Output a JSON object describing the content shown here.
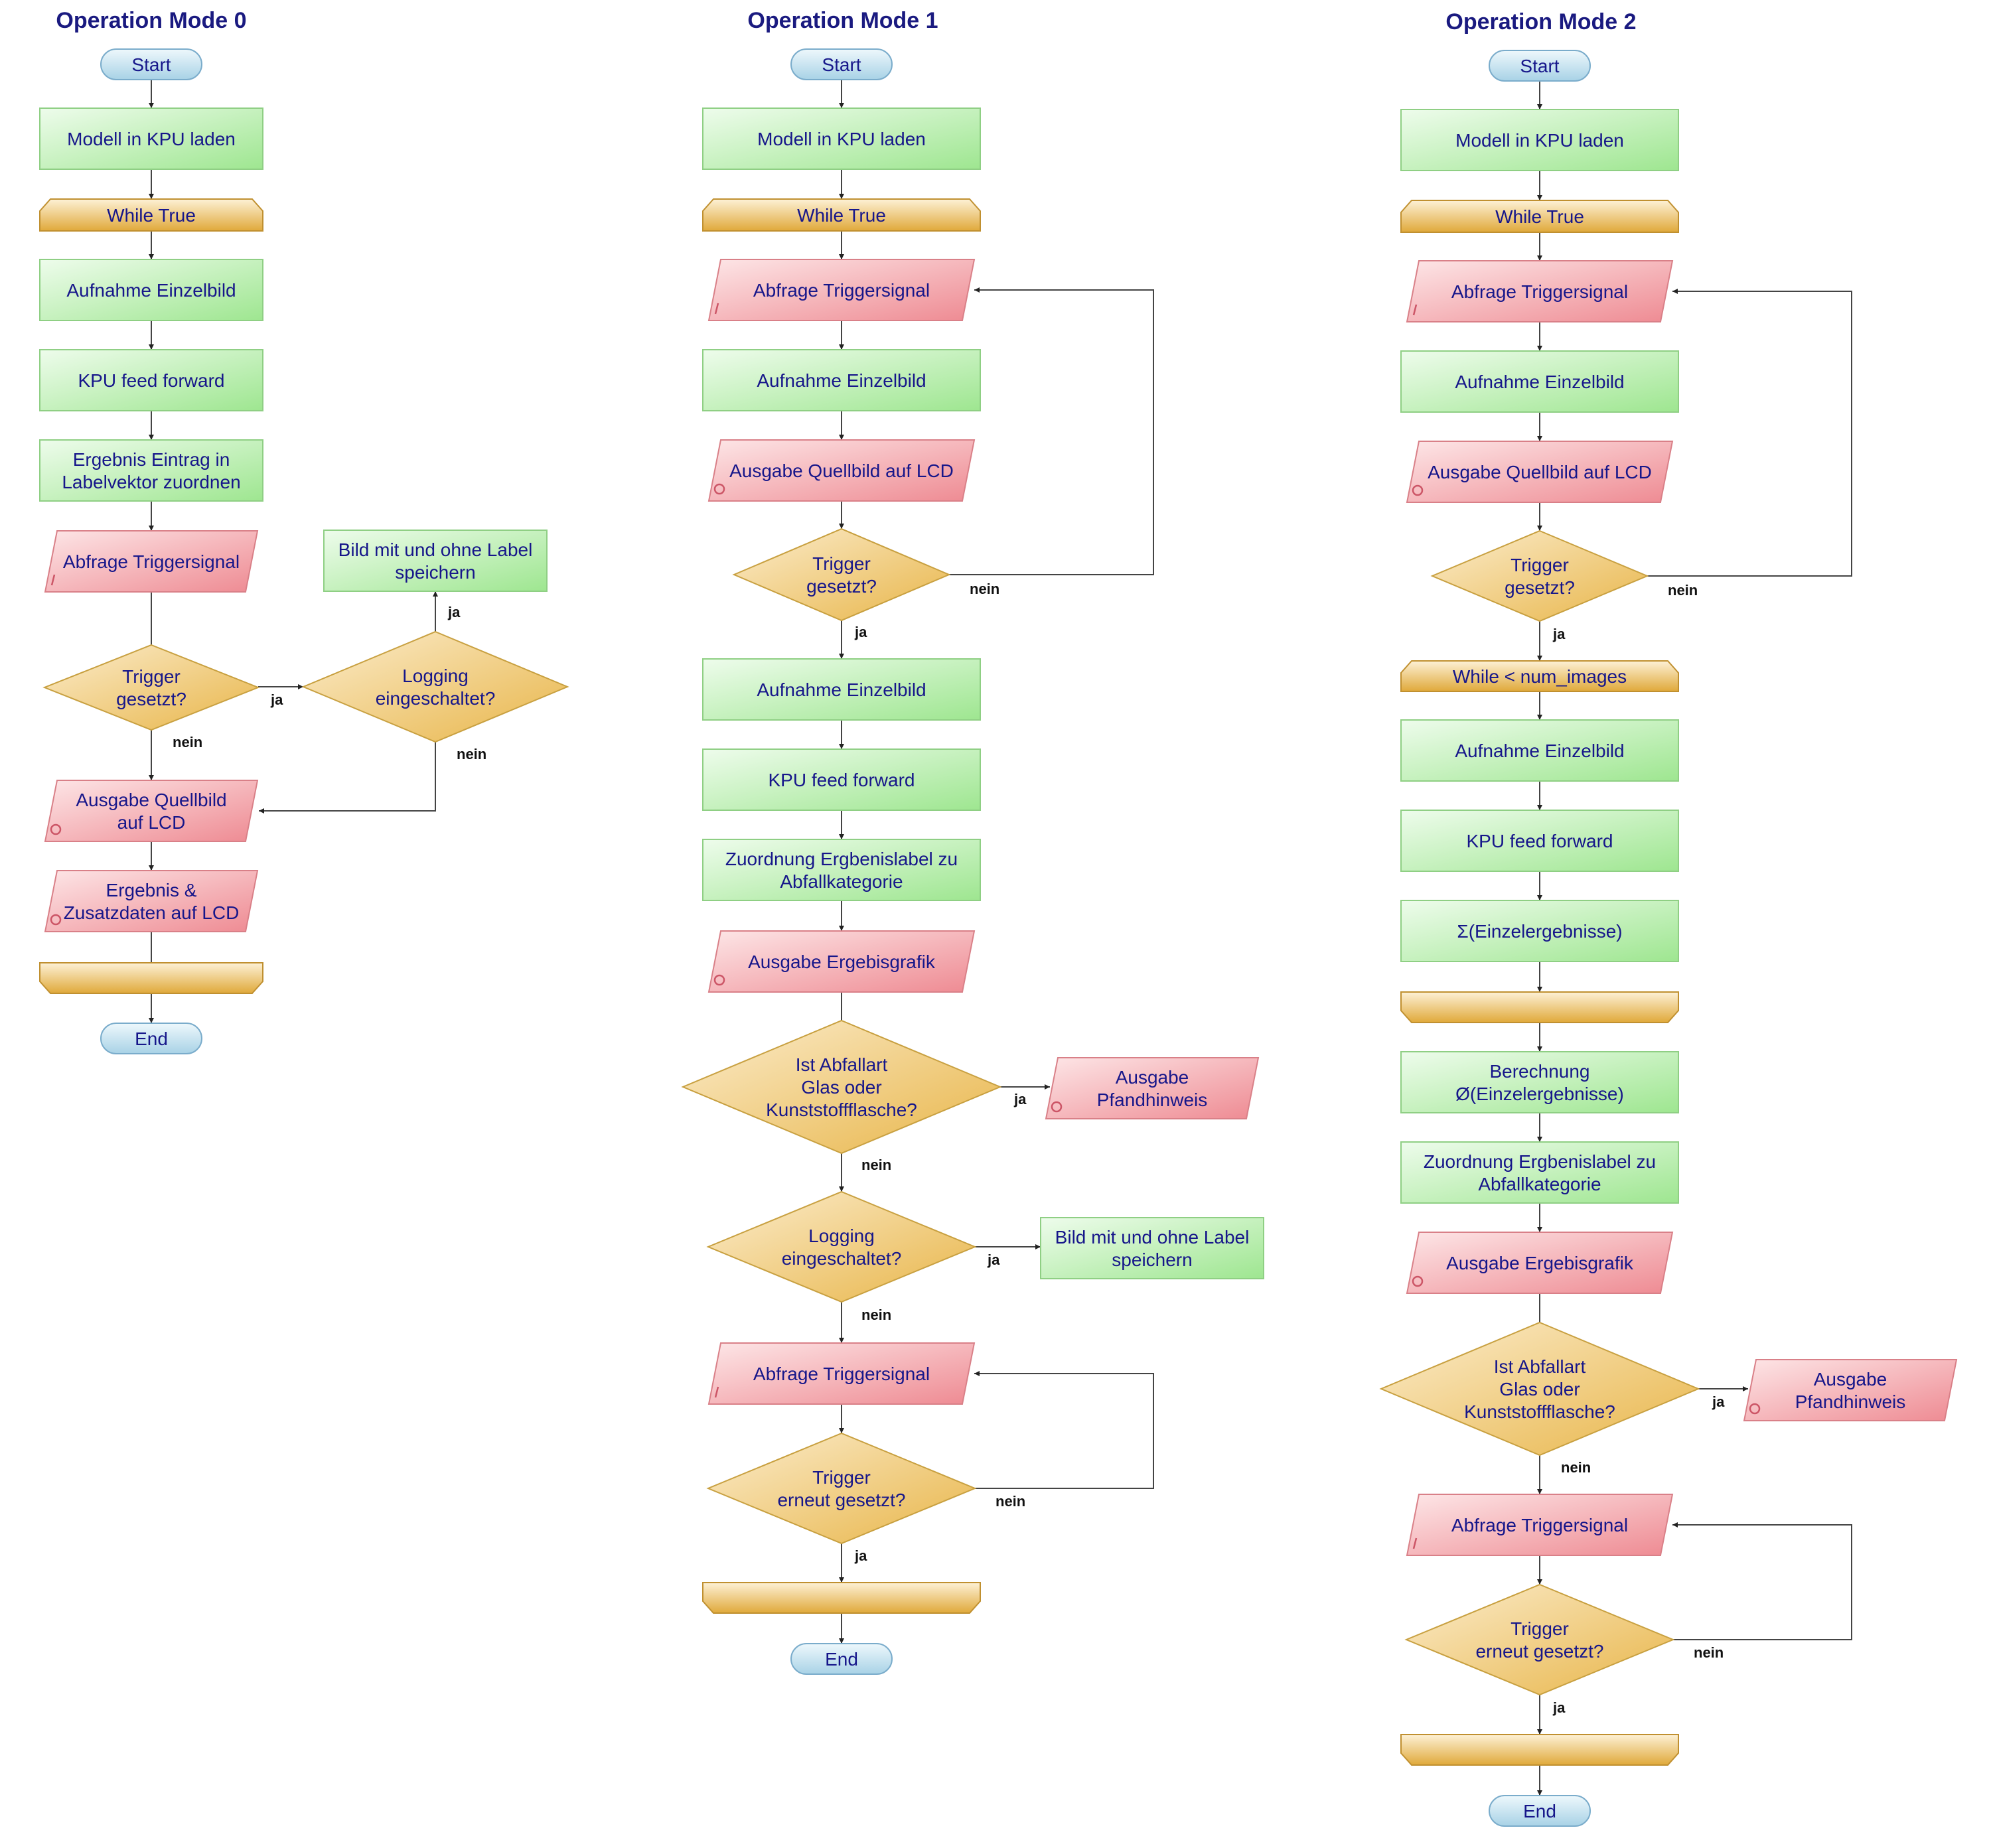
{
  "columns": [
    {
      "title": "Operation Mode 0"
    },
    {
      "title": "Operation Mode 1"
    },
    {
      "title": "Operation Mode 2"
    }
  ],
  "nodes": {
    "m0_start": {
      "shape": "terminal",
      "text": [
        "Start"
      ]
    },
    "m0_modell": {
      "shape": "process",
      "text": [
        "Modell in KPU laden"
      ]
    },
    "m0_while": {
      "shape": "loop-start",
      "text": [
        "While True"
      ]
    },
    "m0_aufnahme": {
      "shape": "process",
      "text": [
        "Aufnahme Einzelbild"
      ]
    },
    "m0_kpu": {
      "shape": "process",
      "text": [
        "KPU feed forward"
      ]
    },
    "m0_ergebnis": {
      "shape": "process",
      "text": [
        "Ergebnis Eintrag in",
        "Labelvektor zuordnen"
      ]
    },
    "m0_abfrage": {
      "shape": "input",
      "text": [
        "Abfrage Triggersignal"
      ]
    },
    "m0_trigger": {
      "shape": "decision",
      "text": [
        "Trigger",
        "gesetzt?"
      ]
    },
    "m0_logging": {
      "shape": "decision",
      "text": [
        "Logging",
        "eingeschaltet?"
      ]
    },
    "m0_bild": {
      "shape": "process",
      "text": [
        "Bild mit und ohne Label",
        "speichern"
      ]
    },
    "m0_ausgabe_quell": {
      "shape": "output",
      "text": [
        "Ausgabe Quellbild",
        "auf LCD"
      ]
    },
    "m0_ergebnis_lcd": {
      "shape": "output",
      "text": [
        "Ergebnis &",
        "Zusatzdaten auf LCD"
      ]
    },
    "m0_loop_end": {
      "shape": "loop-end",
      "text": []
    },
    "m0_end": {
      "shape": "terminal",
      "text": [
        "End"
      ]
    },
    "m1_start": {
      "shape": "terminal",
      "text": [
        "Start"
      ]
    },
    "m1_modell": {
      "shape": "process",
      "text": [
        "Modell in KPU laden"
      ]
    },
    "m1_while": {
      "shape": "loop-start",
      "text": [
        "While True"
      ]
    },
    "m1_abfrage1": {
      "shape": "input",
      "text": [
        "Abfrage Triggersignal"
      ]
    },
    "m1_aufnahme1": {
      "shape": "process",
      "text": [
        "Aufnahme Einzelbild"
      ]
    },
    "m1_ausgabe_quell": {
      "shape": "output",
      "text": [
        "Ausgabe Quellbild auf LCD"
      ]
    },
    "m1_trigger1": {
      "shape": "decision",
      "text": [
        "Trigger",
        "gesetzt?"
      ]
    },
    "m1_aufnahme2": {
      "shape": "process",
      "text": [
        "Aufnahme Einzelbild"
      ]
    },
    "m1_kpu": {
      "shape": "process",
      "text": [
        "KPU feed forward"
      ]
    },
    "m1_zuordnung": {
      "shape": "process",
      "text": [
        "Zuordnung Ergbenislabel zu",
        "Abfallkategorie"
      ]
    },
    "m1_grafik": {
      "shape": "output",
      "text": [
        "Ausgabe Ergebisgrafik"
      ]
    },
    "m1_abfallart": {
      "shape": "decision",
      "text": [
        "Ist Abfallart",
        "Glas oder",
        "Kunststoffflasche?"
      ]
    },
    "m1_pfand": {
      "shape": "output",
      "text": [
        "Ausgabe",
        "Pfandhinweis"
      ]
    },
    "m1_logging": {
      "shape": "decision",
      "text": [
        "Logging",
        "eingeschaltet?"
      ]
    },
    "m1_bild": {
      "shape": "process",
      "text": [
        "Bild mit und ohne Label",
        "speichern"
      ]
    },
    "m1_abfrage2": {
      "shape": "input",
      "text": [
        "Abfrage Triggersignal"
      ]
    },
    "m1_trigger2": {
      "shape": "decision",
      "text": [
        "Trigger",
        "erneut gesetzt?"
      ]
    },
    "m1_loop_end": {
      "shape": "loop-end",
      "text": []
    },
    "m1_end": {
      "shape": "terminal",
      "text": [
        "End"
      ]
    },
    "m2_start": {
      "shape": "terminal",
      "text": [
        "Start"
      ]
    },
    "m2_modell": {
      "shape": "process",
      "text": [
        "Modell in KPU laden"
      ]
    },
    "m2_while": {
      "shape": "loop-start",
      "text": [
        "While True"
      ]
    },
    "m2_abfrage1": {
      "shape": "input",
      "text": [
        "Abfrage Triggersignal"
      ]
    },
    "m2_aufnahme1": {
      "shape": "process",
      "text": [
        "Aufnahme Einzelbild"
      ]
    },
    "m2_ausgabe_quell": {
      "shape": "output",
      "text": [
        "Ausgabe Quellbild auf LCD"
      ]
    },
    "m2_trigger1": {
      "shape": "decision",
      "text": [
        "Trigger",
        "gesetzt?"
      ]
    },
    "m2_while2": {
      "shape": "loop-start",
      "text": [
        "While < num_images"
      ]
    },
    "m2_aufnahme2": {
      "shape": "process",
      "text": [
        "Aufnahme Einzelbild"
      ]
    },
    "m2_kpu": {
      "shape": "process",
      "text": [
        "KPU feed forward"
      ]
    },
    "m2_sum": {
      "shape": "process",
      "text": [
        "Σ(Einzelergebnisse)"
      ]
    },
    "m2_loop_end1": {
      "shape": "loop-end",
      "text": []
    },
    "m2_avg": {
      "shape": "process",
      "text": [
        "Berechnung",
        "Ø(Einzelergebnisse)"
      ]
    },
    "m2_zuordnung": {
      "shape": "process",
      "text": [
        "Zuordnung Ergbenislabel zu",
        "Abfallkategorie"
      ]
    },
    "m2_grafik": {
      "shape": "output",
      "text": [
        "Ausgabe Ergebisgrafik"
      ]
    },
    "m2_abfallart": {
      "shape": "decision",
      "text": [
        "Ist Abfallart",
        "Glas oder",
        "Kunststoffflasche?"
      ]
    },
    "m2_pfand": {
      "shape": "output",
      "text": [
        "Ausgabe",
        "Pfandhinweis"
      ]
    },
    "m2_abfrage2": {
      "shape": "input",
      "text": [
        "Abfrage Triggersignal"
      ]
    },
    "m2_trigger2": {
      "shape": "decision",
      "text": [
        "Trigger",
        "erneut gesetzt?"
      ]
    },
    "m2_loop_end2": {
      "shape": "loop-end",
      "text": []
    },
    "m2_end": {
      "shape": "terminal",
      "text": [
        "End"
      ]
    }
  },
  "edges": [
    {
      "from": "m0_start",
      "to": "m0_modell",
      "label": ""
    },
    {
      "from": "m0_modell",
      "to": "m0_while",
      "label": ""
    },
    {
      "from": "m0_while",
      "to": "m0_aufnahme",
      "label": ""
    },
    {
      "from": "m0_aufnahme",
      "to": "m0_kpu",
      "label": ""
    },
    {
      "from": "m0_kpu",
      "to": "m0_ergebnis",
      "label": ""
    },
    {
      "from": "m0_ergebnis",
      "to": "m0_abfrage",
      "label": ""
    },
    {
      "from": "m0_abfrage",
      "to": "m0_trigger",
      "label": ""
    },
    {
      "from": "m0_trigger",
      "to": "m0_logging",
      "label": "ja"
    },
    {
      "from": "m0_trigger",
      "to": "m0_ausgabe_quell",
      "label": "nein"
    },
    {
      "from": "m0_logging",
      "to": "m0_bild",
      "label": "ja"
    },
    {
      "from": "m0_logging",
      "to": "m0_ausgabe_quell",
      "label": "nein"
    },
    {
      "from": "m0_ausgabe_quell",
      "to": "m0_ergebnis_lcd",
      "label": ""
    },
    {
      "from": "m0_ergebnis_lcd",
      "to": "m0_loop_end",
      "label": ""
    },
    {
      "from": "m0_loop_end",
      "to": "m0_end",
      "label": ""
    },
    {
      "from": "m1_start",
      "to": "m1_modell",
      "label": ""
    },
    {
      "from": "m1_modell",
      "to": "m1_while",
      "label": ""
    },
    {
      "from": "m1_while",
      "to": "m1_abfrage1",
      "label": ""
    },
    {
      "from": "m1_abfrage1",
      "to": "m1_aufnahme1",
      "label": ""
    },
    {
      "from": "m1_aufnahme1",
      "to": "m1_ausgabe_quell",
      "label": ""
    },
    {
      "from": "m1_ausgabe_quell",
      "to": "m1_trigger1",
      "label": ""
    },
    {
      "from": "m1_trigger1",
      "to": "m1_abfrage1",
      "label": "nein"
    },
    {
      "from": "m1_trigger1",
      "to": "m1_aufnahme2",
      "label": "ja"
    },
    {
      "from": "m1_aufnahme2",
      "to": "m1_kpu",
      "label": ""
    },
    {
      "from": "m1_kpu",
      "to": "m1_zuordnung",
      "label": ""
    },
    {
      "from": "m1_zuordnung",
      "to": "m1_grafik",
      "label": ""
    },
    {
      "from": "m1_grafik",
      "to": "m1_abfallart",
      "label": ""
    },
    {
      "from": "m1_abfallart",
      "to": "m1_pfand",
      "label": "ja"
    },
    {
      "from": "m1_abfallart",
      "to": "m1_logging",
      "label": "nein"
    },
    {
      "from": "m1_logging",
      "to": "m1_bild",
      "label": "ja"
    },
    {
      "from": "m1_logging",
      "to": "m1_abfrage2",
      "label": "nein"
    },
    {
      "from": "m1_abfrage2",
      "to": "m1_trigger2",
      "label": ""
    },
    {
      "from": "m1_trigger2",
      "to": "m1_abfrage2",
      "label": "nein"
    },
    {
      "from": "m1_trigger2",
      "to": "m1_loop_end",
      "label": "ja"
    },
    {
      "from": "m1_loop_end",
      "to": "m1_end",
      "label": ""
    },
    {
      "from": "m2_start",
      "to": "m2_modell",
      "label": ""
    },
    {
      "from": "m2_modell",
      "to": "m2_while",
      "label": ""
    },
    {
      "from": "m2_while",
      "to": "m2_abfrage1",
      "label": ""
    },
    {
      "from": "m2_abfrage1",
      "to": "m2_aufnahme1",
      "label": ""
    },
    {
      "from": "m2_aufnahme1",
      "to": "m2_ausgabe_quell",
      "label": ""
    },
    {
      "from": "m2_ausgabe_quell",
      "to": "m2_trigger1",
      "label": ""
    },
    {
      "from": "m2_trigger1",
      "to": "m2_abfrage1",
      "label": "nein"
    },
    {
      "from": "m2_trigger1",
      "to": "m2_while2",
      "label": "ja"
    },
    {
      "from": "m2_while2",
      "to": "m2_aufnahme2",
      "label": ""
    },
    {
      "from": "m2_aufnahme2",
      "to": "m2_kpu",
      "label": ""
    },
    {
      "from": "m2_kpu",
      "to": "m2_sum",
      "label": ""
    },
    {
      "from": "m2_sum",
      "to": "m2_loop_end1",
      "label": ""
    },
    {
      "from": "m2_loop_end1",
      "to": "m2_avg",
      "label": ""
    },
    {
      "from": "m2_avg",
      "to": "m2_zuordnung",
      "label": ""
    },
    {
      "from": "m2_zuordnung",
      "to": "m2_grafik",
      "label": ""
    },
    {
      "from": "m2_grafik",
      "to": "m2_abfallart",
      "label": ""
    },
    {
      "from": "m2_abfallart",
      "to": "m2_pfand",
      "label": "ja"
    },
    {
      "from": "m2_abfallart",
      "to": "m2_abfrage2",
      "label": "nein"
    },
    {
      "from": "m2_abfrage2",
      "to": "m2_trigger2",
      "label": ""
    },
    {
      "from": "m2_trigger2",
      "to": "m2_abfrage2",
      "label": "nein"
    },
    {
      "from": "m2_trigger2",
      "to": "m2_loop_end2",
      "label": "ja"
    },
    {
      "from": "m2_loop_end2",
      "to": "m2_end",
      "label": ""
    }
  ],
  "colors": {
    "process_fill": "#c8f3c0",
    "process_stroke": "#8fcf84",
    "io_fill": "#f6b6ba",
    "io_stroke": "#d98088",
    "decision_fill": "#f1cf7e",
    "decision_stroke": "#c8a040",
    "loop_fill": "#ecc064",
    "loop_stroke": "#c09030",
    "terminal_fill": "#c4e2f0",
    "terminal_stroke": "#7aaccb",
    "text": "#16168a",
    "title": "#1a1a80",
    "edge": "#444444"
  }
}
